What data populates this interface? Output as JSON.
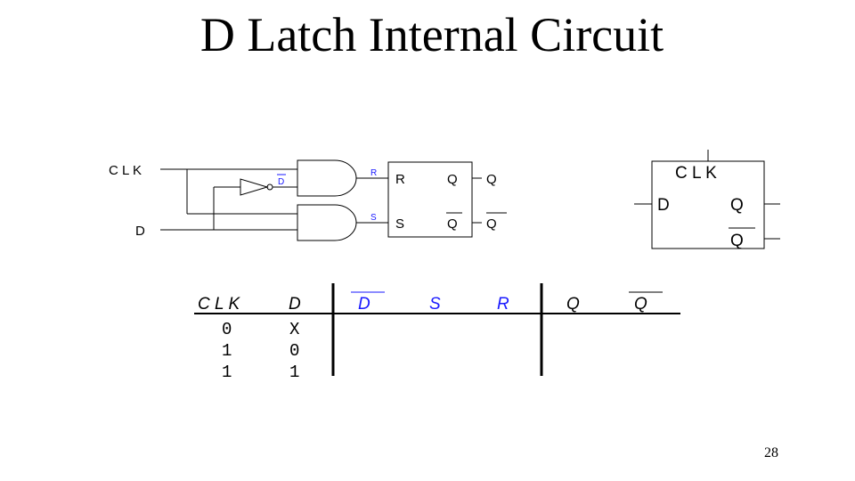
{
  "title": "D Latch Internal Circuit",
  "page_number": "28",
  "circuit": {
    "input_clk": "C L K",
    "input_d": "D",
    "inverter_output_label": "D",
    "and_top_output_label": "R",
    "and_bottom_output_label": "S",
    "sr_latch": {
      "r_label": "R",
      "s_label": "S",
      "q_label": "Q",
      "qbar_label": "Q"
    },
    "output_q": "Q",
    "output_qbar": "Q"
  },
  "symbol": {
    "clk_label": "C L K",
    "d_label": "D",
    "q_label": "Q",
    "qbar_label": "Q"
  },
  "truth_table": {
    "headers": [
      "C L K",
      "D",
      "D",
      "S",
      "R",
      "Q",
      "Q"
    ],
    "rows": [
      [
        "0",
        "X"
      ],
      [
        "1",
        "0"
      ],
      [
        "1",
        "1"
      ]
    ]
  }
}
